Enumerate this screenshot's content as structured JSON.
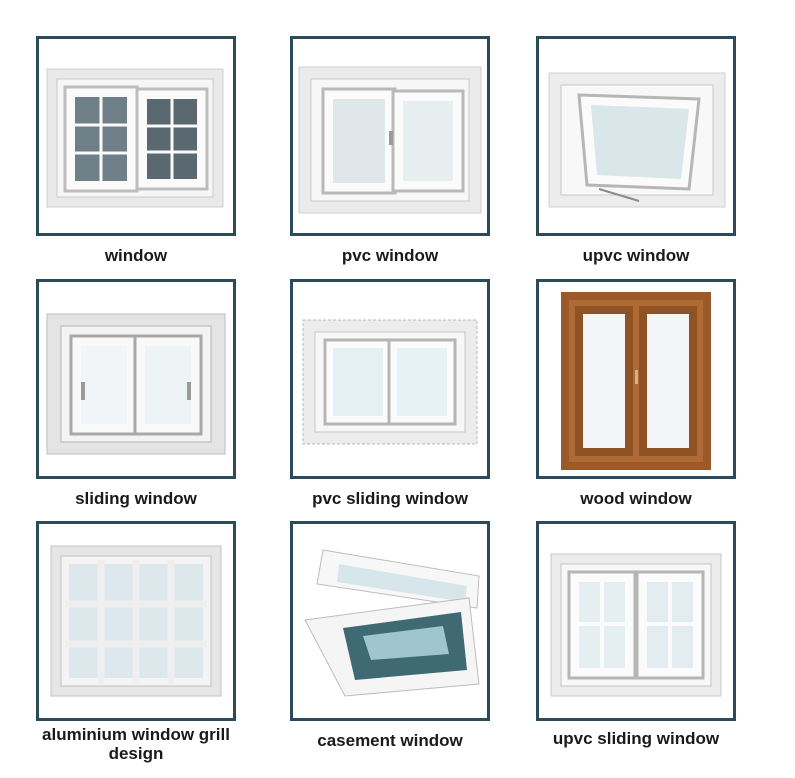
{
  "products": [
    {
      "label": "window",
      "icon": "sliding-grid-window-icon"
    },
    {
      "label": "pvc window",
      "icon": "sliding-window-icon"
    },
    {
      "label": "upvc window",
      "icon": "tilt-window-icon"
    },
    {
      "label": "sliding window",
      "icon": "sliding-window-icon"
    },
    {
      "label": "pvc sliding window",
      "icon": "sliding-window-icon"
    },
    {
      "label": "wood window",
      "icon": "casement-window-icon"
    },
    {
      "label": "aluminium window grill design",
      "icon": "grill-window-icon"
    },
    {
      "label": "casement window",
      "icon": "open-casement-window-icon"
    },
    {
      "label": "upvc sliding window",
      "icon": "sliding-grid-window-icon"
    }
  ],
  "colors": {
    "frame_border": "#2b4a5a",
    "pvc_white": "#f2f2f2",
    "wood": "#9a5a2a",
    "glass": "#eaf3f7"
  }
}
